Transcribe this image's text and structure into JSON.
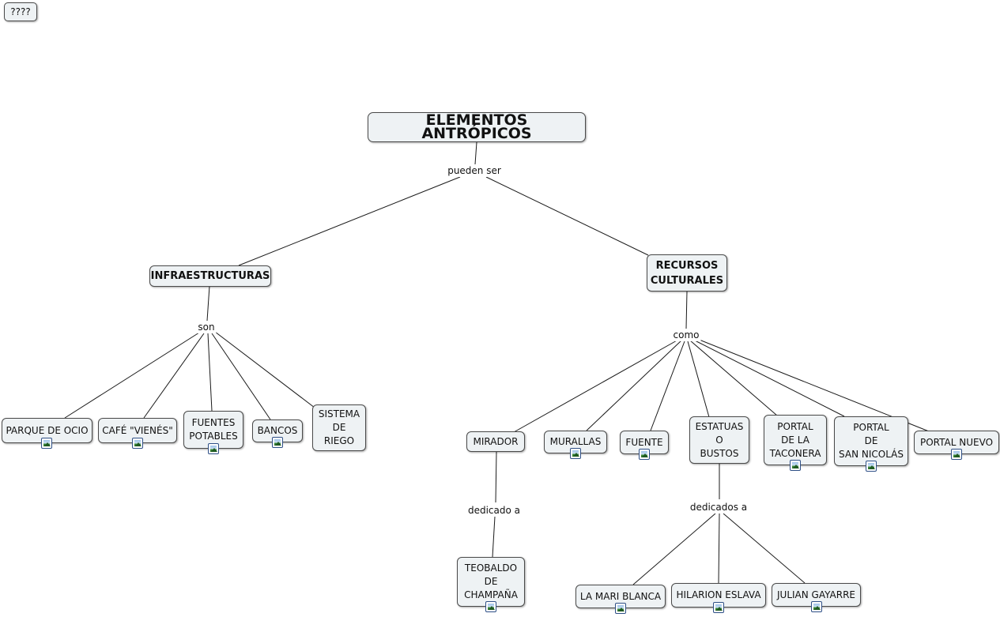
{
  "corner_button": {
    "label": "????"
  },
  "concept_map": {
    "root": {
      "label": "ELEMENTOS ANTRÓPICOS"
    },
    "root_link": {
      "label": "pueden ser"
    },
    "infraestructuras": {
      "label": "INFRAESTRUCTURAS",
      "link": "son",
      "children": [
        {
          "label": "PARQUE DE OCIO",
          "has_image_icon": true
        },
        {
          "label": "CAFÉ \"VIENÉS\"",
          "has_image_icon": true
        },
        {
          "label": "FUENTES\nPOTABLES",
          "has_image_icon": true
        },
        {
          "label": "BANCOS",
          "has_image_icon": true
        },
        {
          "label": "SISTEMA\nDE\nRIEGO",
          "has_image_icon": false
        }
      ]
    },
    "recursos": {
      "label": "RECURSOS\nCULTURALES",
      "link": "como",
      "children": [
        {
          "label": "MIRADOR",
          "has_image_icon": false
        },
        {
          "label": "MURALLAS",
          "has_image_icon": true
        },
        {
          "label": "FUENTE",
          "has_image_icon": true
        },
        {
          "label": "ESTATUAS\nO\nBUSTOS",
          "has_image_icon": false
        },
        {
          "label": "PORTAL\nDE LA\nTACONERA",
          "has_image_icon": true
        },
        {
          "label": "PORTAL\nDE\nSAN NICOLÁS",
          "has_image_icon": true
        },
        {
          "label": "PORTAL NUEVO",
          "has_image_icon": true
        }
      ]
    },
    "mirador_link": {
      "label": "dedicado a"
    },
    "mirador_child": {
      "label": "TEOBALDO\nDE\nCHAMPAÑA",
      "has_image_icon": true
    },
    "estatuas_link": {
      "label": "dedicados a"
    },
    "estatuas_children": [
      {
        "label": "LA MARI BLANCA",
        "has_image_icon": true
      },
      {
        "label": "HILARION ESLAVA",
        "has_image_icon": true
      },
      {
        "label": "JULIAN GAYARRE",
        "has_image_icon": true
      }
    ],
    "icons": {
      "image_attachment": "image-icon"
    }
  }
}
